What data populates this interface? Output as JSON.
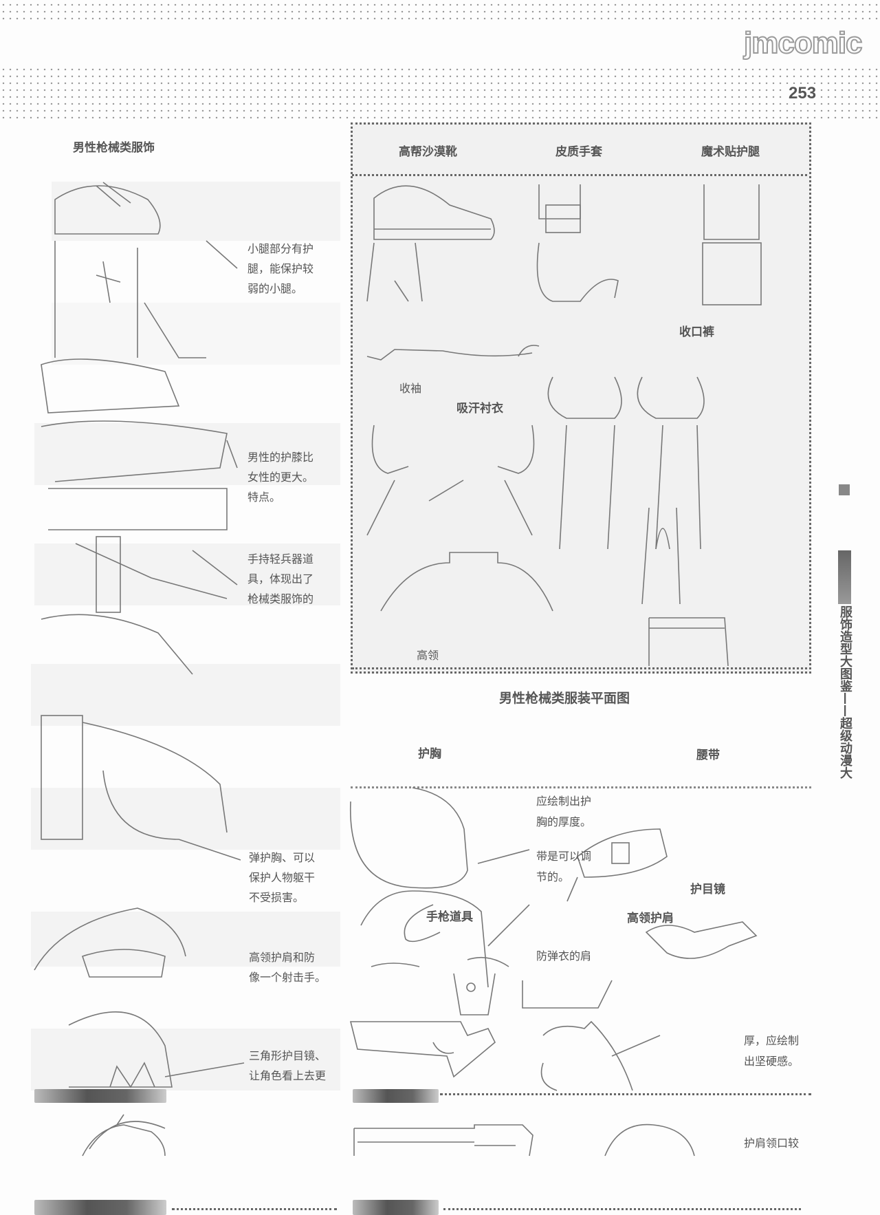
{
  "header": {
    "logo": "jmcomic",
    "page_number": "253"
  },
  "left_column": {
    "title": "男性枪械类服饰",
    "captions": [
      [
        "小腿部分有护",
        "腿，能保护较",
        "弱的小腿。"
      ],
      [
        "男性的护膝比",
        "女性的更大。",
        "特点。"
      ],
      [
        "手持轻兵器道",
        "具，体现出了",
        "枪械类服饰的"
      ],
      [
        "弹护胸、可以",
        "保护人物躯干",
        "不受损害。"
      ],
      [
        "高领护肩和防",
        "像一个射击手。"
      ],
      [
        "三角形护目镜、",
        "让角色看上去更"
      ]
    ]
  },
  "right_panel": {
    "header_items": [
      "高帮沙漠靴",
      "皮质手套",
      "魔术贴护腿"
    ],
    "labels": {
      "pants": "收口裤",
      "cuff": "收袖",
      "shirt": "吸汗衬衣",
      "collar": "高领"
    },
    "footer_title": "男性枪械类服装平面图"
  },
  "lower_section": {
    "chest_guard": "护胸",
    "belt": "腰带",
    "note_thickness": [
      "应绘制出护",
      "胸的厚度。"
    ],
    "note_strap": [
      "带是可以调",
      "节的。"
    ],
    "goggles": "护目镜",
    "pistol_prop": "手枪道具",
    "collar_shoulder": "高领护肩",
    "note_vest": "防弹衣的肩",
    "note_hard": [
      "厚，应绘制",
      "出坚硬感。"
    ],
    "note_collar": "护肩领口较"
  },
  "side_tab": {
    "text": "服饰造型大图鉴——超级动漫大"
  }
}
